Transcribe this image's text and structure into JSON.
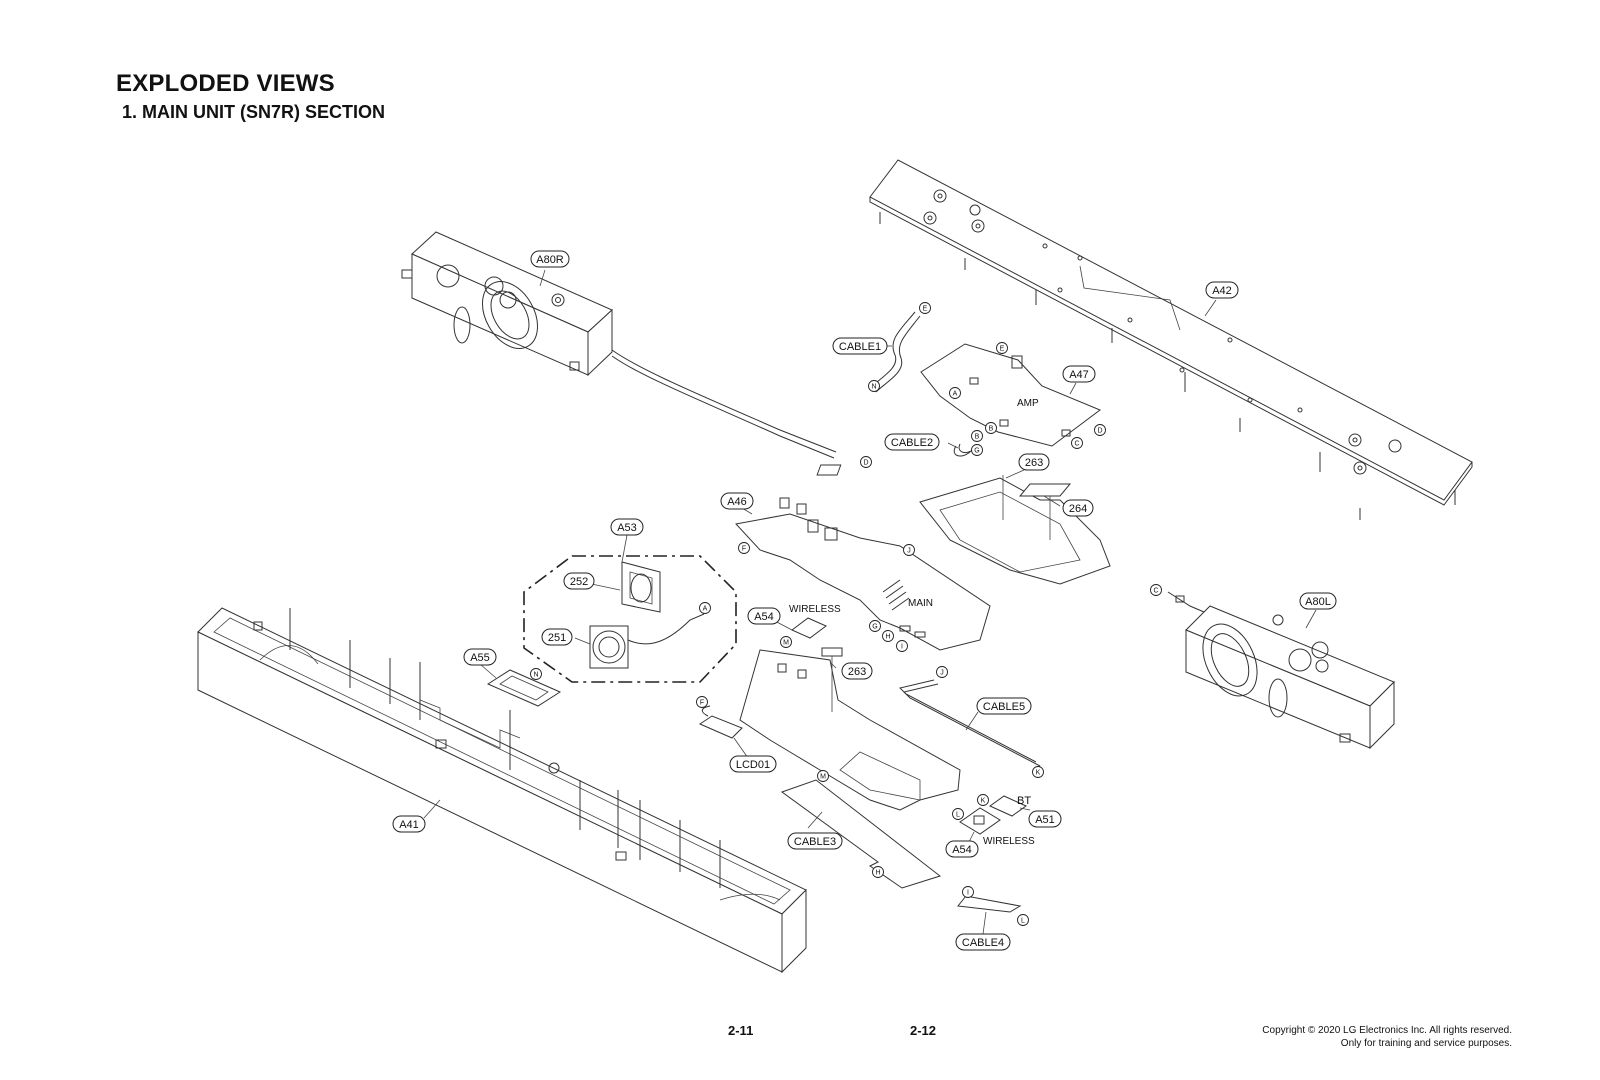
{
  "header": {
    "title": "EXPLODED VIEWS",
    "subtitle": "1. MAIN UNIT (SN7R) SECTION"
  },
  "parts": {
    "a80r": "A80R",
    "a42": "A42",
    "cable1": "CABLE1",
    "a47": "A47",
    "cable2": "CABLE2",
    "p263_top": "263",
    "p264": "264",
    "a46": "A46",
    "a53": "A53",
    "p252": "252",
    "p251": "251",
    "a54_top": "A54",
    "a55": "A55",
    "p263_mid": "263",
    "cable5": "CABLE5",
    "a80l": "A80L",
    "lcd01": "LCD01",
    "a41": "A41",
    "cable3": "CABLE3",
    "a51": "A51",
    "a54_bottom": "A54",
    "cable4": "CABLE4"
  },
  "board_labels": {
    "amp": "AMP",
    "main": "MAIN",
    "wireless_top": "WIRELESS",
    "wireless_bottom": "WIRELESS",
    "bt": "BT"
  },
  "connectors": {
    "e1": "E",
    "n1": "N",
    "e2": "E",
    "a1": "A",
    "b1": "B",
    "c1": "C",
    "d1": "D",
    "b2": "B",
    "g1": "G",
    "d2": "D",
    "f1": "F",
    "j1": "J",
    "a2": "A",
    "g2": "G",
    "h1": "H",
    "i1": "I",
    "m1": "M",
    "n2": "N",
    "c2": "C",
    "j2": "J",
    "f2": "F",
    "k1": "K",
    "m2": "M",
    "k2": "K",
    "l1": "L",
    "h2": "H",
    "i2": "I",
    "l2": "L"
  },
  "footer": {
    "page_left": "2-11",
    "page_right": "2-12",
    "copyright": "Copyright © 2020 LG Electronics Inc. All rights reserved.",
    "notice": "Only for training and service purposes."
  }
}
